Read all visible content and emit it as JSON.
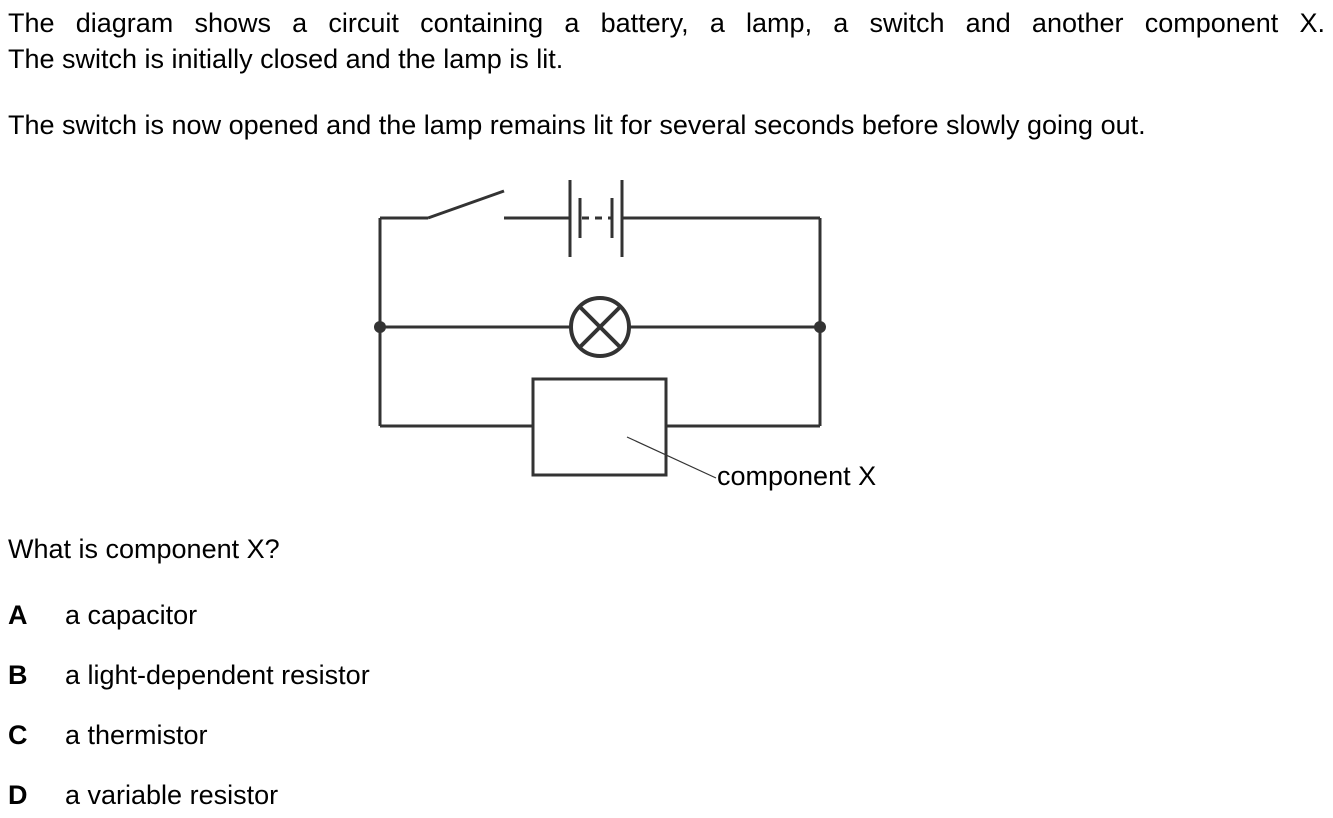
{
  "intro": {
    "line1": "The diagram shows a circuit containing a battery, a lamp, a switch and another component X.",
    "line2": "The switch is initially closed and the lamp is lit.",
    "line3": "The switch is now opened and the lamp remains lit for several seconds before slowly going out."
  },
  "diagram": {
    "component_label": "component X"
  },
  "question": "What is component X?",
  "options": [
    {
      "letter": "A",
      "text": "a capacitor"
    },
    {
      "letter": "B",
      "text": "a light-dependent resistor"
    },
    {
      "letter": "C",
      "text": "a thermistor"
    },
    {
      "letter": "D",
      "text": "a variable resistor"
    }
  ]
}
